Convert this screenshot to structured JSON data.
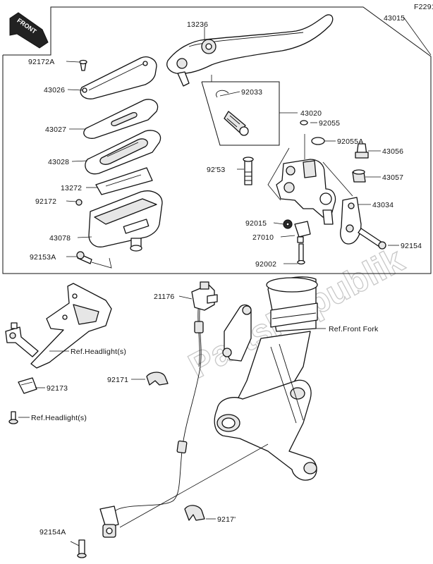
{
  "diagram": {
    "figure_code": "F2291",
    "front_label": "FRONT",
    "watermark": "PartsRepublik",
    "labels": {
      "p43015": "43015",
      "p13236": "13236",
      "p92172A": "92172A",
      "p43026": "43026",
      "p92033": "92033",
      "p43027": "43027",
      "p43020": "43020",
      "p92055": "92055",
      "p92055A": "92055A",
      "p43028": "43028",
      "p43056": "43056",
      "p92153_top": "92'53",
      "p43057": "43057",
      "p13272": "13272",
      "p92172": "92172",
      "p43034": "43034",
      "p92015": "92015",
      "p43078": "43078",
      "p27010": "27010",
      "p92154": "92154",
      "p92153A": "92153A",
      "p92002": "92002",
      "p21176": "21176",
      "ref_front_fork": "Ref.Front Fork",
      "ref_headlight_1": "Ref.Headlight(s)",
      "p92173": "92173",
      "p92171_a": "92171",
      "ref_headlight_2": "Ref.Headlight(s)",
      "p92171_b": "9217'",
      "p92154A": "92154A"
    }
  }
}
